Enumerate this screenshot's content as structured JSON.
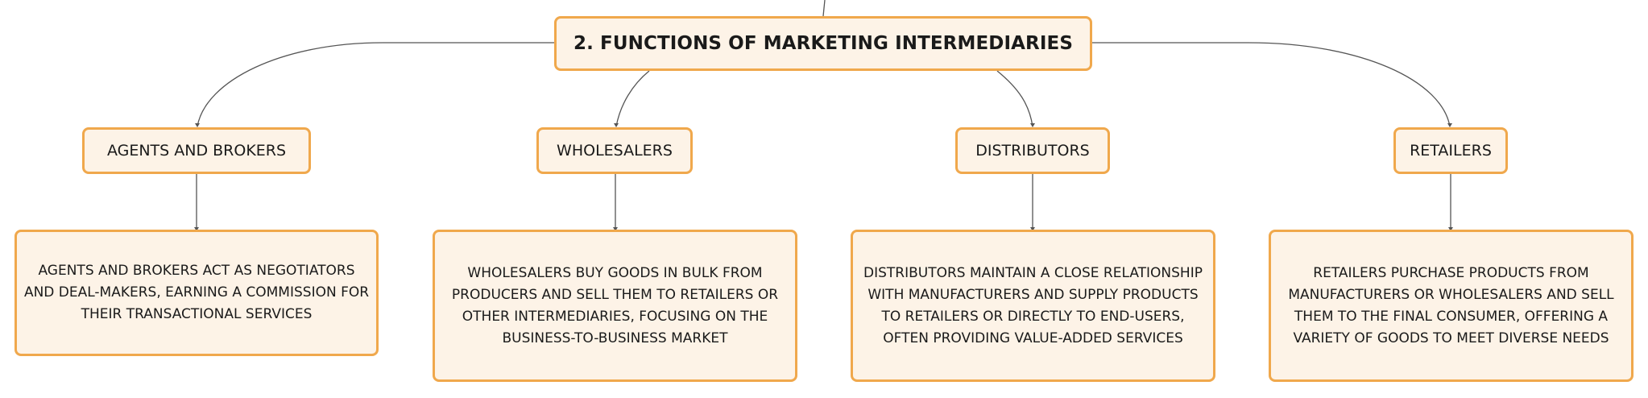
{
  "root": {
    "title": "2. FUNCTIONS OF MARKETING INTERMEDIARIES"
  },
  "categories": [
    {
      "label": "AGENTS AND BROKERS",
      "description": "AGENTS AND BROKERS ACT AS NEGOTIATORS AND DEAL-MAKERS, EARNING A COMMISSION FOR THEIR TRANSACTIONAL SERVICES"
    },
    {
      "label": "WHOLESALERS",
      "description": "WHOLESALERS BUY GOODS IN BULK FROM PRODUCERS AND SELL THEM TO RETAILERS OR OTHER INTERMEDIARIES, FOCUSING ON THE BUSINESS-TO-BUSINESS MARKET"
    },
    {
      "label": "DISTRIBUTORS",
      "description": "DISTRIBUTORS MAINTAIN A CLOSE RELATIONSHIP WITH MANUFACTURERS AND SUPPLY PRODUCTS TO RETAILERS OR DIRECTLY TO END-USERS, OFTEN PROVIDING VALUE-ADDED SERVICES"
    },
    {
      "label": "RETAILERS",
      "description": "RETAILERS PURCHASE PRODUCTS FROM MANUFACTURERS OR WHOLESALERS AND SELL THEM TO THE FINAL CONSUMER, OFFERING A VARIETY OF GOODS TO MEET DIVERSE NEEDS"
    }
  ],
  "colors": {
    "node_fill": "#fdf3e7",
    "node_border": "#f0a84c",
    "connector": "#555555"
  }
}
